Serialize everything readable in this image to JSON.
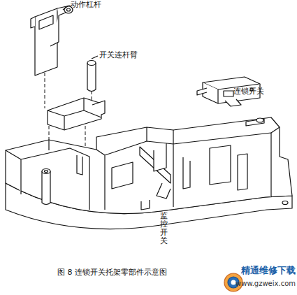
{
  "diagram": {
    "caption": "图 8 连锁开关托架零部件示意图",
    "labels": [
      "动作杠杆",
      "开关连杆臂",
      "连锁开关",
      "监控开关",
      "精通维修下载",
      "www.gzweix.com"
    ]
  }
}
